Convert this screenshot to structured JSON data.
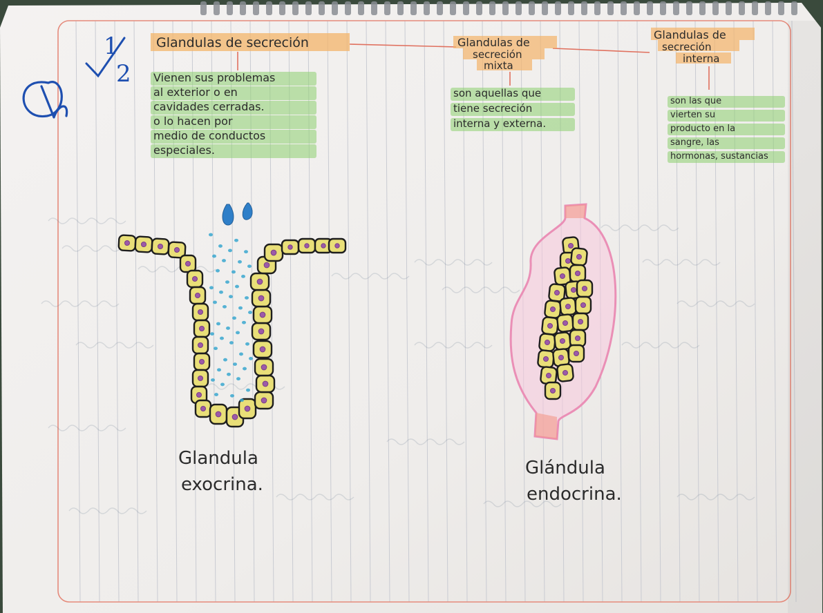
{
  "grade": {
    "numerator": "1",
    "denominator": "2"
  },
  "columns": [
    {
      "title": "Glandulas de secreción",
      "body": [
        "Vienen sus problemas",
        "al exterior o en",
        "cavidades cerradas.",
        "o lo hacen por",
        "medio de conductos",
        "especiales."
      ]
    },
    {
      "title_lines": [
        "Glandulas de",
        "secreción",
        "mixta"
      ],
      "body": [
        "son aquellas que",
        "tiene secreción",
        "interna y externa."
      ]
    },
    {
      "title_lines": [
        "Glandulas de",
        "secreción",
        "interna"
      ],
      "body": [
        "son las que",
        "vierten su",
        "producto en la",
        "sangre, las",
        "hormonas, sustancias"
      ]
    }
  ],
  "drawings": {
    "exocrine_label": [
      "Glandula",
      "exocrina."
    ],
    "endocrine_label": [
      "Glándula",
      "endocrina."
    ]
  },
  "colors": {
    "paper": "#f2f0ee",
    "rule_line": "#c9cbd2",
    "margin_red": "#e07a6a",
    "highlight_orange": "#f3b46a",
    "highlight_green": "#8ccf70",
    "cell_yellow": "#e9df78",
    "nucleus_purple": "#9c5aa8",
    "secretion_blue": "#3aa7cf",
    "capsule_pink": "#f2a5c6",
    "ink_blue": "#1e4fb0"
  }
}
